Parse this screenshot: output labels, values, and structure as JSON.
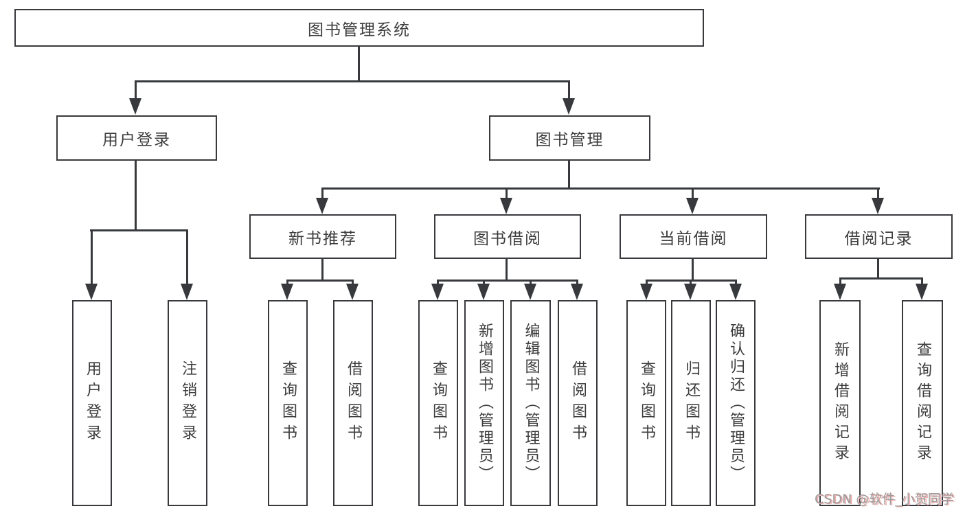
{
  "diagram": {
    "root": {
      "label": "图书管理系统"
    },
    "level2": [
      {
        "label": "用户登录"
      },
      {
        "label": "图书管理"
      }
    ],
    "level3": [
      {
        "label": "新书推荐"
      },
      {
        "label": "图书借阅"
      },
      {
        "label": "当前借阅"
      },
      {
        "label": "借阅记录"
      }
    ],
    "leaves": {
      "user": [
        {
          "label": "用户登录"
        },
        {
          "label": "注销登录"
        }
      ],
      "newbook": [
        {
          "label": "查询图书"
        },
        {
          "label": "借阅图书"
        }
      ],
      "borrow": [
        {
          "label": "查询图书"
        },
        {
          "label": "新增图书（管理员）"
        },
        {
          "label": "编辑图书（管理员）"
        },
        {
          "label": "借阅图书"
        }
      ],
      "current": [
        {
          "label": "查询图书"
        },
        {
          "label": "归还图书"
        },
        {
          "label": "确认归还（管理员）"
        }
      ],
      "records": [
        {
          "label": "新增借阅记录"
        },
        {
          "label": "查询借阅记录"
        }
      ]
    },
    "watermark": {
      "text": "CSDN @软件_小贺同学"
    },
    "colors": {
      "line": "#37393c",
      "text": "#3c3c3c",
      "background": "#ffffff",
      "watermark_gray": "#9c9c9c",
      "watermark_shadow": "#ecacac"
    }
  }
}
